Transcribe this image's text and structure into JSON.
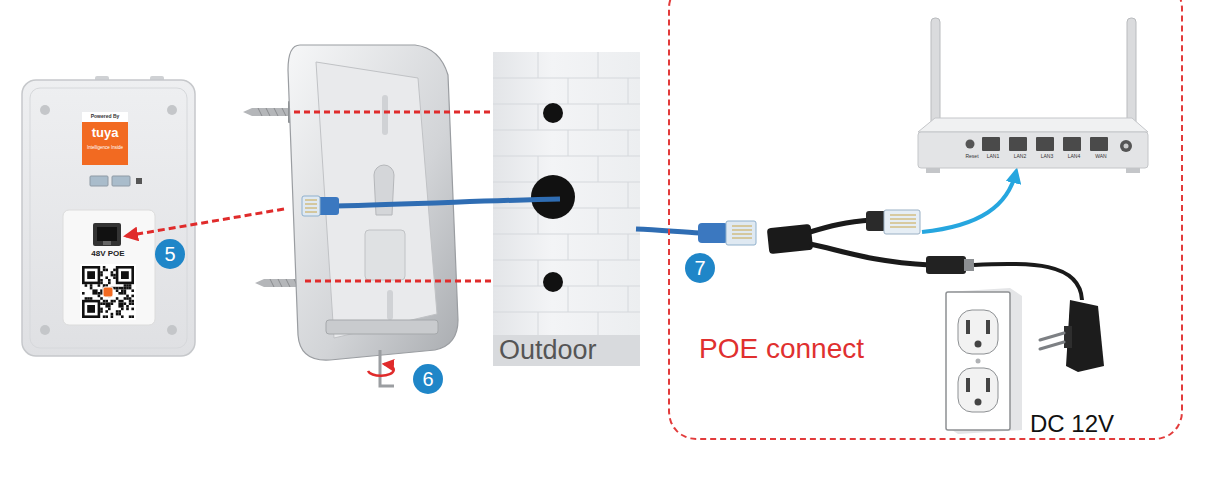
{
  "diagram": {
    "nodes": [
      {
        "text": [
          "48V POE"
        ]
      },
      {
        "text": [
          "Powered By",
          "tuya",
          "Intelligence Inside"
        ],
        "in": 0
      },
      {
        "text": [
          "Outdoor"
        ]
      },
      {
        "text": [
          "POE connect"
        ]
      },
      {
        "text": [
          "Reset",
          "LAN1",
          "LAN2",
          "LAN3",
          "LAN4",
          "WAN"
        ],
        "in": 3
      }
    ],
    "labels": [
      "5",
      "6",
      "7",
      "DC 12V"
    ]
  }
}
